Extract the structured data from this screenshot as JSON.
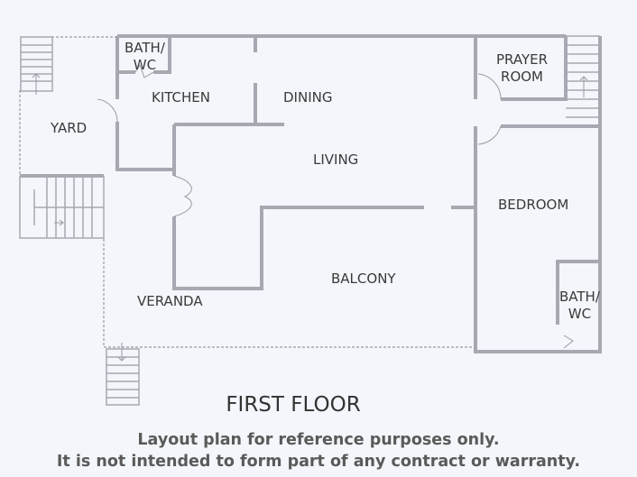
{
  "rooms": {
    "bath_top": "BATH/\nWC",
    "kitchen": "KITCHEN",
    "dining": "DINING",
    "yard": "YARD",
    "living": "LIVING",
    "prayer": "PRAYER\nROOM",
    "bedroom": "BEDROOM",
    "balcony": "BALCONY",
    "veranda": "VERANDA",
    "bath_right": "BATH/\nWC"
  },
  "title": "FIRST FLOOR",
  "disclaimer": {
    "line1": "Layout plan for reference purposes only.",
    "line2": "It is not intended to form part of any contract or warranty."
  }
}
